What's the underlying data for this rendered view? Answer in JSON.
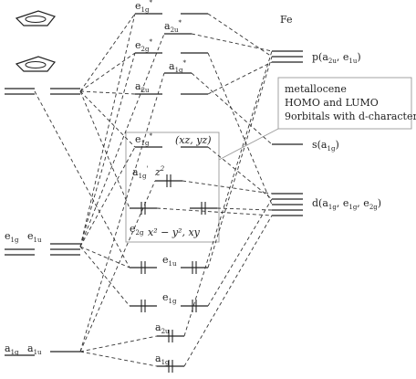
{
  "title": "",
  "metal_column": {
    "element": "Fe",
    "orbitals": [
      {
        "name": "p",
        "sym": "a",
        "sub": "2u",
        "sym2": "e",
        "sub2": "1u",
        "text": "p(a2u, e1u)"
      },
      {
        "name": "s",
        "sym": "a",
        "sub": "1g",
        "text": "s(a1g)"
      },
      {
        "name": "d",
        "text": "d(a1g, e1g, e2g)"
      }
    ]
  },
  "annotation": {
    "lines": [
      "metallocene",
      "HOMO and LUMO",
      "9orbitals with d-character"
    ]
  },
  "ligand_labels": {
    "e1g": "e1g",
    "e1u": "e1u",
    "a1g": "a1g",
    "a1u": "a1u"
  },
  "mo_labels": [
    {
      "id": "e1g_star_top",
      "base": "e",
      "sub": "1g",
      "sup": "*"
    },
    {
      "id": "a2u_star",
      "base": "a",
      "sub": "2u",
      "sup": "*"
    },
    {
      "id": "e2g_star",
      "base": "e",
      "sub": "2g",
      "sup": "*"
    },
    {
      "id": "a1g_star",
      "base": "a",
      "sub": "1g",
      "sup": "*"
    },
    {
      "id": "a2u",
      "base": "a",
      "sub": "2u",
      "sup": ""
    },
    {
      "id": "e1g_star_box",
      "base": "e",
      "sub": "1g",
      "sup": "*"
    },
    {
      "id": "a1g_box",
      "base": "a",
      "sub": "1g",
      "sup": "'"
    },
    {
      "id": "e2g_box",
      "base": "e",
      "sub": "2g",
      "sup": ""
    },
    {
      "id": "e1u",
      "base": "e",
      "sub": "1u",
      "sup": ""
    },
    {
      "id": "e1g",
      "base": "e",
      "sub": "1g",
      "sup": ""
    },
    {
      "id": "a2u_low",
      "base": "a",
      "sub": "2u",
      "sup": ""
    },
    {
      "id": "a1g_low",
      "base": "a",
      "sub": "1g",
      "sup": ""
    }
  ],
  "box_labels": {
    "xz_yz": "(xz, yz)",
    "z2": "z",
    "z2_sup": "2",
    "x2_y2_xy": "x² − y², xy"
  }
}
